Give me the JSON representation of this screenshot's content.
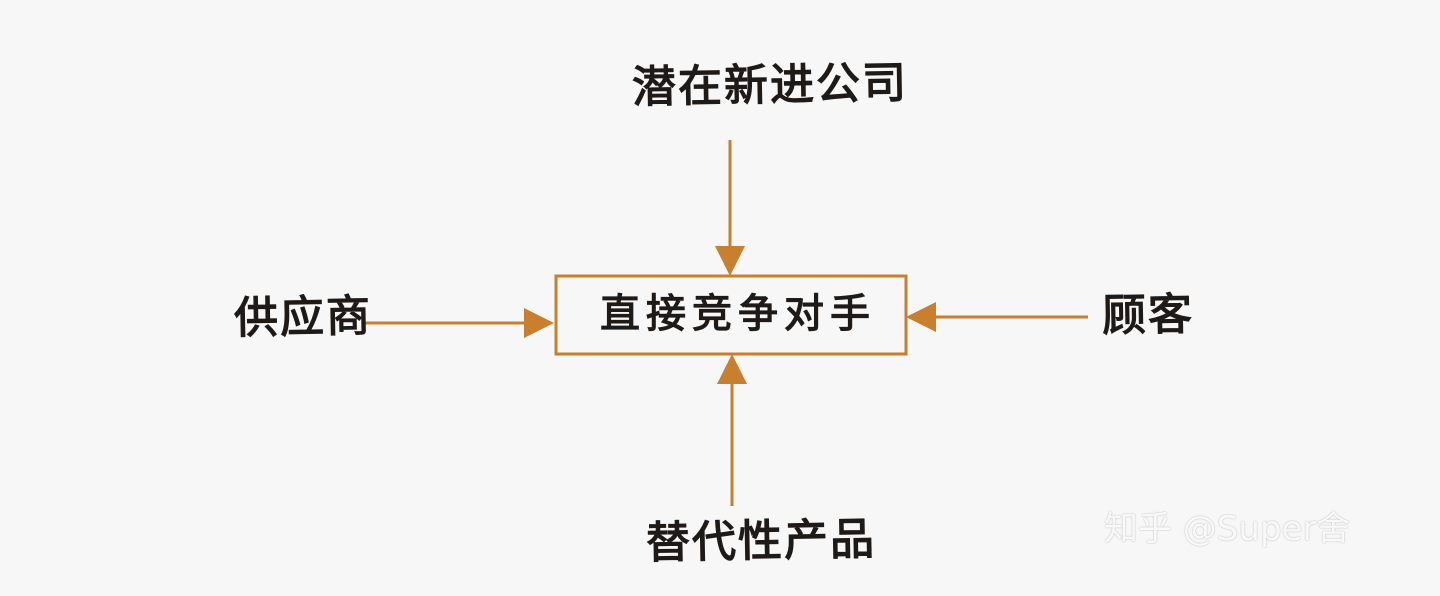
{
  "diagram": {
    "center": "直接竞争对手",
    "top": "潜在新进公司",
    "left": "供应商",
    "right": "顾客",
    "bottom": "替代性产品"
  },
  "watermark": "知乎 @Super舍",
  "colors": {
    "accent": "#c8802e",
    "text": "#1e1a17",
    "background": "#f7f7f7"
  }
}
